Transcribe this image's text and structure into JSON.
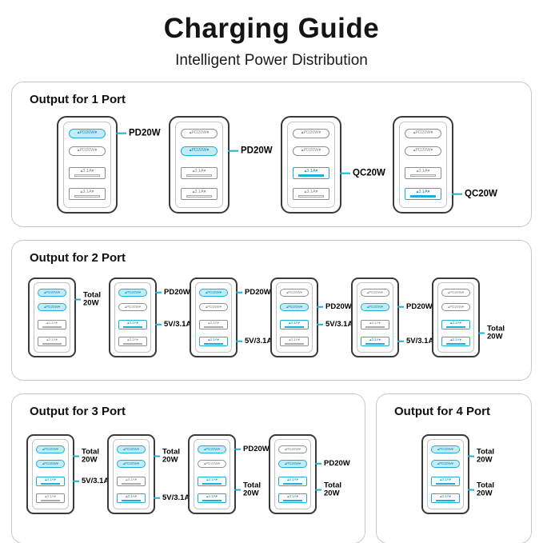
{
  "header": {
    "title": "Charging Guide",
    "subtitle": "Intelligent Power Distribution"
  },
  "colors": {
    "accent": "#1fafd6",
    "accent_fill": "#c3ebf5",
    "card_border": "#c9c9c9",
    "device_border": "#3a3a3a",
    "port_border": "#8f8f8f"
  },
  "port_labels": {
    "usb_c": "PD20W",
    "usb_a": "3.1A"
  },
  "sections": [
    {
      "heading": "Output for 1 Port",
      "size": "lg",
      "chargers": [
        {
          "active": [
            0
          ],
          "annotations": [
            {
              "ports": [
                0
              ],
              "label": [
                "PD20W"
              ]
            }
          ]
        },
        {
          "active": [
            1
          ],
          "annotations": [
            {
              "ports": [
                1
              ],
              "label": [
                "PD20W"
              ]
            }
          ]
        },
        {
          "active": [
            2
          ],
          "annotations": [
            {
              "ports": [
                2
              ],
              "label": [
                "QC20W"
              ]
            }
          ]
        },
        {
          "active": [
            3
          ],
          "annotations": [
            {
              "ports": [
                3
              ],
              "label": [
                "QC20W"
              ]
            }
          ]
        }
      ]
    },
    {
      "heading": "Output for 2 Port",
      "size": "sm",
      "chargers": [
        {
          "active": [
            0,
            1
          ],
          "annotations": [
            {
              "ports": [
                0,
                1
              ],
              "label": [
                "Total",
                "20W"
              ]
            }
          ]
        },
        {
          "active": [
            0,
            2
          ],
          "annotations": [
            {
              "ports": [
                0
              ],
              "label": [
                "PD20W"
              ]
            },
            {
              "ports": [
                2
              ],
              "label": [
                "5V/3.1A"
              ]
            }
          ]
        },
        {
          "active": [
            0,
            3
          ],
          "annotations": [
            {
              "ports": [
                0
              ],
              "label": [
                "PD20W"
              ]
            },
            {
              "ports": [
                3
              ],
              "label": [
                "5V/3.1A"
              ]
            }
          ]
        },
        {
          "active": [
            1,
            2
          ],
          "annotations": [
            {
              "ports": [
                1
              ],
              "label": [
                "PD20W"
              ]
            },
            {
              "ports": [
                2
              ],
              "label": [
                "5V/3.1A"
              ]
            }
          ]
        },
        {
          "active": [
            1,
            3
          ],
          "annotations": [
            {
              "ports": [
                1
              ],
              "label": [
                "PD20W"
              ]
            },
            {
              "ports": [
                3
              ],
              "label": [
                "5V/3.1A"
              ]
            }
          ]
        },
        {
          "active": [
            2,
            3
          ],
          "annotations": [
            {
              "ports": [
                2,
                3
              ],
              "label": [
                "Total",
                "20W"
              ]
            }
          ]
        }
      ]
    },
    {
      "heading": "Output for 3 Port",
      "size": "sm",
      "chargers": [
        {
          "active": [
            0,
            1,
            2
          ],
          "annotations": [
            {
              "ports": [
                0,
                1
              ],
              "label": [
                "Total",
                "20W"
              ]
            },
            {
              "ports": [
                2
              ],
              "label": [
                "5V/3.1A"
              ]
            }
          ]
        },
        {
          "active": [
            0,
            1,
            3
          ],
          "annotations": [
            {
              "ports": [
                0,
                1
              ],
              "label": [
                "Total",
                "20W"
              ]
            },
            {
              "ports": [
                3
              ],
              "label": [
                "5V/3.1A"
              ]
            }
          ]
        },
        {
          "active": [
            0,
            2,
            3
          ],
          "annotations": [
            {
              "ports": [
                0
              ],
              "label": [
                "PD20W"
              ]
            },
            {
              "ports": [
                2,
                3
              ],
              "label": [
                "Total",
                "20W"
              ]
            }
          ]
        },
        {
          "active": [
            1,
            2,
            3
          ],
          "annotations": [
            {
              "ports": [
                1
              ],
              "label": [
                "PD20W"
              ]
            },
            {
              "ports": [
                2,
                3
              ],
              "label": [
                "Total",
                "20W"
              ]
            }
          ]
        }
      ]
    },
    {
      "heading": "Output for 4 Port",
      "size": "sm",
      "chargers": [
        {
          "active": [
            0,
            1,
            2,
            3
          ],
          "annotations": [
            {
              "ports": [
                0,
                1
              ],
              "label": [
                "Total",
                "20W"
              ]
            },
            {
              "ports": [
                2,
                3
              ],
              "label": [
                "Total",
                "20W"
              ]
            }
          ]
        }
      ]
    }
  ]
}
